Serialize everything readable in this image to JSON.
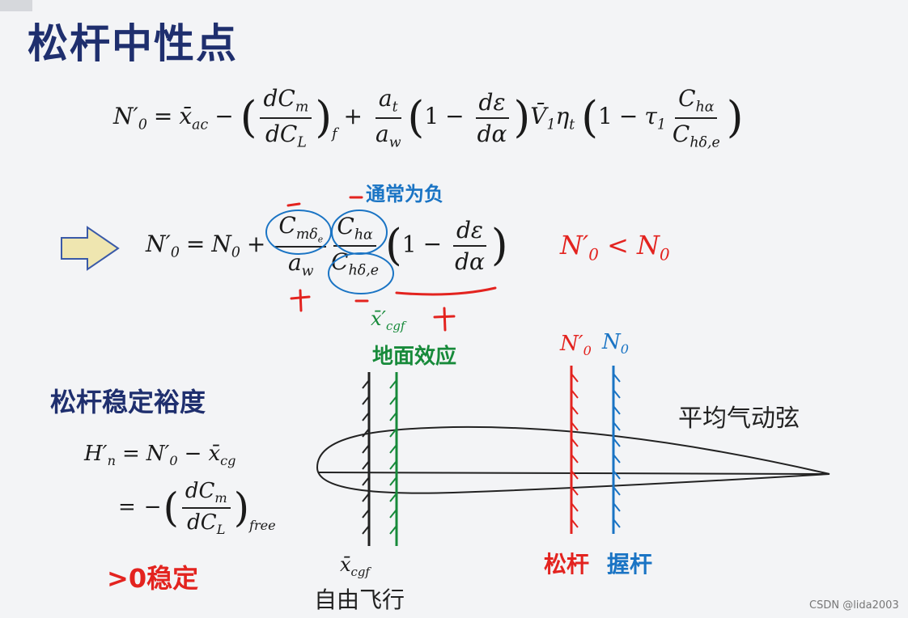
{
  "title": "松杆中性点",
  "labels": {
    "usually_negative": "通常为负",
    "inequality": "N′₀ < N₀",
    "ground_effect": "地面效应",
    "stability_margin_title": "松杆稳定裕度",
    "positive_stable": ">0稳定",
    "free_flight": "自由飞行",
    "stick_free": "松杆",
    "stick_fixed": "握杆",
    "mac": "平均气动弦",
    "watermark": "CSDN @lida2003",
    "minus": "−",
    "plus": "+"
  },
  "colors": {
    "title": "#1f2f6e",
    "blue": "#1a74c4",
    "red": "#e3231f",
    "green": "#178a3a",
    "arrow_fill": "#efe6b0",
    "arrow_stroke": "#3a5aa8"
  }
}
